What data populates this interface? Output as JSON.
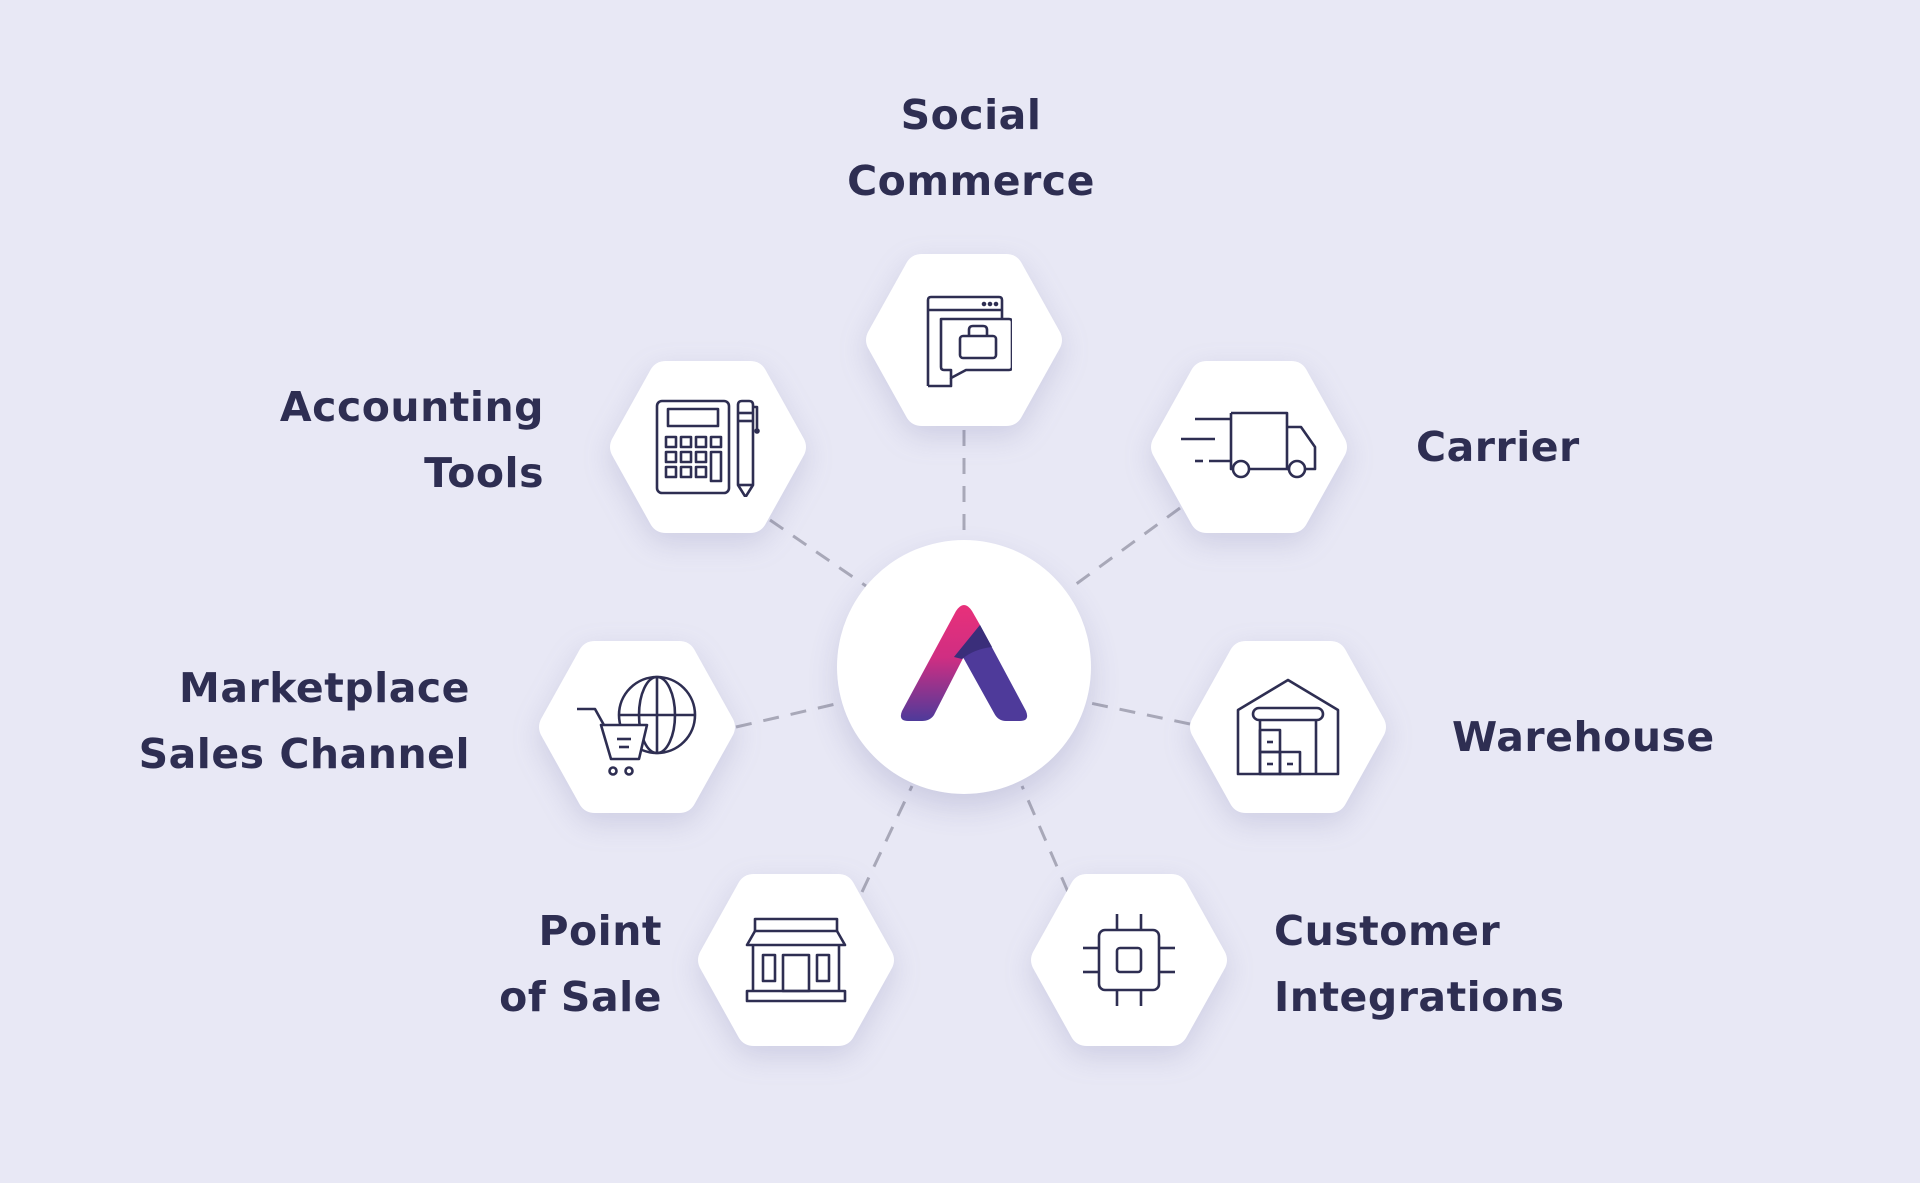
{
  "diagram": {
    "center": {
      "name": "brand-logo",
      "colors": {
        "pink": "#E8307A",
        "purple": "#4E3A9A",
        "dark_purple": "#3A2E7A"
      }
    },
    "colors": {
      "background": "#E8E8F5",
      "text": "#2E2E52",
      "icon_stroke": "#2E2E52",
      "connector": "#A8A8B8",
      "node_fill": "#FFFFFF"
    },
    "nodes": [
      {
        "id": "social-commerce",
        "line1": "Social",
        "line2": "Commerce",
        "icon": "browser-shopping-bag-icon"
      },
      {
        "id": "accounting-tools",
        "line1": "Accounting",
        "line2": "Tools",
        "icon": "calculator-pencil-icon"
      },
      {
        "id": "carrier",
        "line1": "Carrier",
        "icon": "delivery-truck-icon"
      },
      {
        "id": "marketplace-sales-channel",
        "line1": "Marketplace",
        "line2": "Sales Channel",
        "icon": "cart-globe-icon"
      },
      {
        "id": "warehouse",
        "line1": "Warehouse",
        "icon": "warehouse-icon"
      },
      {
        "id": "point-of-sale",
        "line1": "Point",
        "line2": "of Sale",
        "icon": "storefront-icon"
      },
      {
        "id": "customer-integrations",
        "line1": "Customer",
        "line2": "Integrations",
        "icon": "chip-icon"
      }
    ]
  }
}
